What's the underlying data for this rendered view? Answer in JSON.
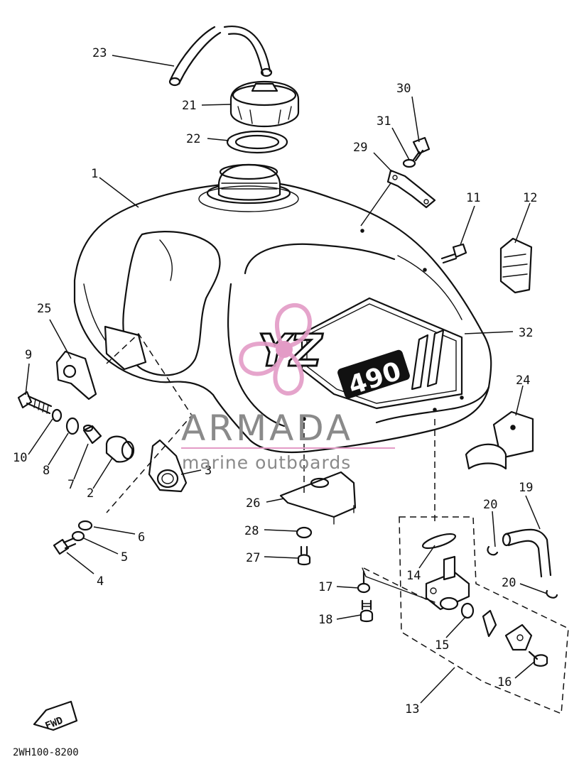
{
  "diagram": {
    "parts": [
      {
        "id": "part-23",
        "label": "23"
      },
      {
        "id": "part-21",
        "label": "21"
      },
      {
        "id": "part-22",
        "label": "22"
      },
      {
        "id": "part-30",
        "label": "30"
      },
      {
        "id": "part-31",
        "label": "31"
      },
      {
        "id": "part-29",
        "label": "29"
      },
      {
        "id": "part-1",
        "label": "1"
      },
      {
        "id": "part-11",
        "label": "11"
      },
      {
        "id": "part-12",
        "label": "12"
      },
      {
        "id": "part-25",
        "label": "25"
      },
      {
        "id": "part-32",
        "label": "32"
      },
      {
        "id": "part-9",
        "label": "9"
      },
      {
        "id": "part-24",
        "label": "24"
      },
      {
        "id": "part-10",
        "label": "10"
      },
      {
        "id": "part-8",
        "label": "8"
      },
      {
        "id": "part-7",
        "label": "7"
      },
      {
        "id": "part-2",
        "label": "2"
      },
      {
        "id": "part-3",
        "label": "3"
      },
      {
        "id": "part-26",
        "label": "26"
      },
      {
        "id": "part-19",
        "label": "19"
      },
      {
        "id": "part-20a",
        "label": "20"
      },
      {
        "id": "part-6",
        "label": "6"
      },
      {
        "id": "part-28",
        "label": "28"
      },
      {
        "id": "part-5",
        "label": "5"
      },
      {
        "id": "part-27",
        "label": "27"
      },
      {
        "id": "part-14",
        "label": "14"
      },
      {
        "id": "part-4",
        "label": "4"
      },
      {
        "id": "part-17",
        "label": "17"
      },
      {
        "id": "part-20b",
        "label": "20"
      },
      {
        "id": "part-18",
        "label": "18"
      },
      {
        "id": "part-15",
        "label": "15"
      },
      {
        "id": "part-16",
        "label": "16"
      },
      {
        "id": "part-13",
        "label": "13"
      }
    ],
    "tank_decal": {
      "model_logo": "YZ",
      "model_number": "490"
    },
    "fwd_arrow_label": "FWD",
    "drawing_code": "2WH100-8200"
  },
  "watermark": {
    "brand": "ARMADA",
    "tagline": "marine outboards",
    "accent_color": "#e39bc6",
    "text_color": "#8a8a8a"
  }
}
